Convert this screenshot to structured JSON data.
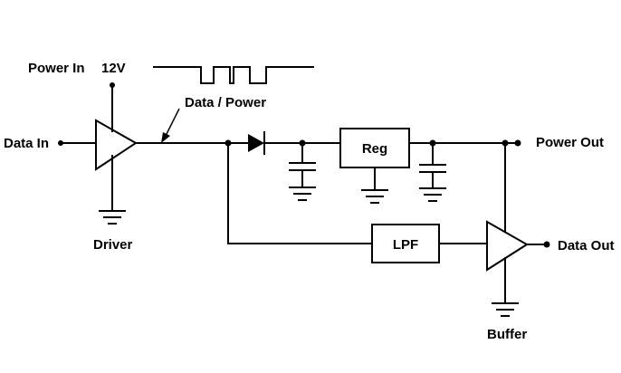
{
  "labels": {
    "power_in": "Power In",
    "supply_voltage": "12V",
    "data_power": "Data / Power",
    "data_in": "Data In",
    "driver": "Driver",
    "reg": "Reg",
    "power_out": "Power Out",
    "lpf": "LPF",
    "data_out": "Data Out",
    "buffer": "Buffer"
  }
}
